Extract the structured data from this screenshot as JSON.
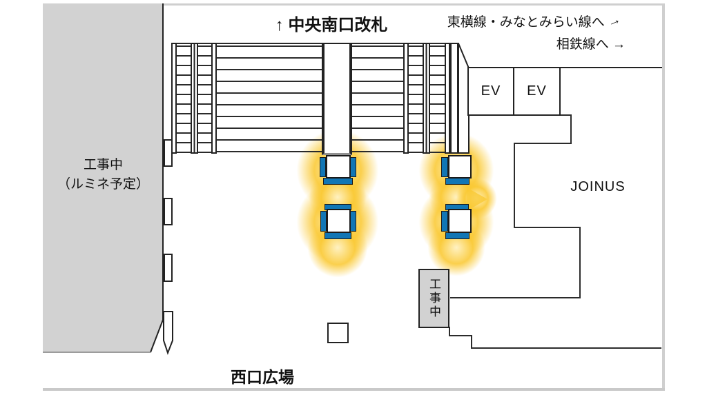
{
  "map": {
    "gate_label": "↑ 中央南口改札",
    "toyoko_minatomirai_label": "東横線・みなとみらい線へ",
    "toyoko_arrow": "→",
    "sotetsu_label": "相鉄線へ",
    "sotetsu_arrow": "→",
    "construction_left": {
      "line1": "工事中",
      "line2": "（ルミネ予定）"
    },
    "joinus_label": "JOINUS",
    "elevators": [
      "EV",
      "EV"
    ],
    "construction_small_label": "工事中",
    "west_plaza_label": "西口広場"
  },
  "legend": {
    "highlight_marker_count": 4,
    "marker_color": "#1176b5",
    "glow_color": "#f9c934",
    "construction_fill": "#d2d2d2",
    "line_color": "#222222",
    "map_border_color": "#cfcfcf"
  }
}
